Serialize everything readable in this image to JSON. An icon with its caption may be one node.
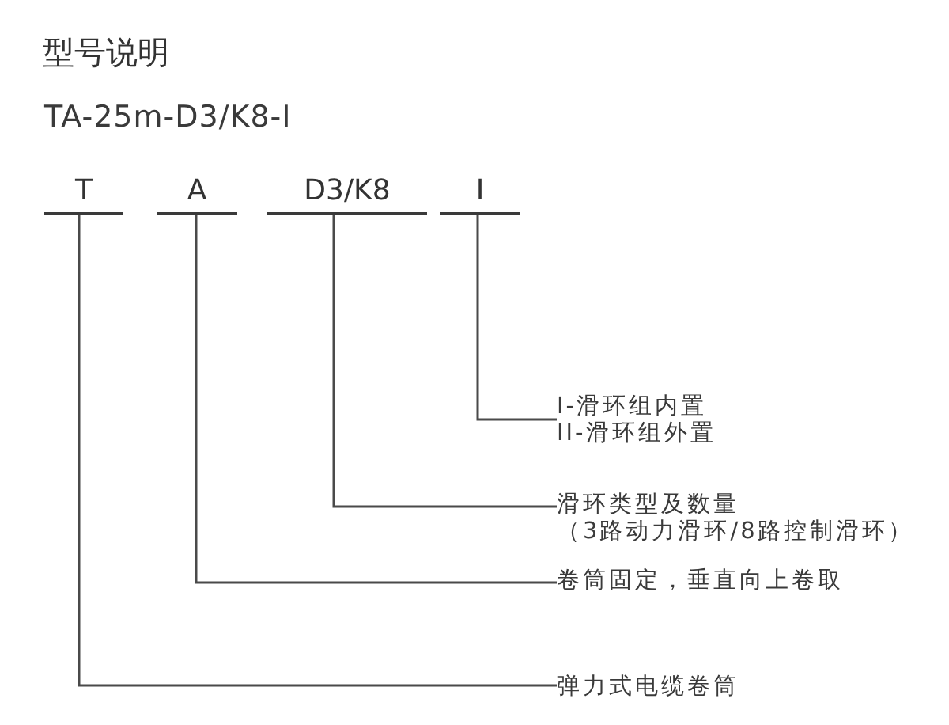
{
  "diagram": {
    "title": "型号说明",
    "nodes": [
      {
        "text": [
          "T"
        ]
      },
      {
        "text": [
          "A"
        ]
      },
      {
        "text": [
          "D3/K8"
        ]
      },
      {
        "text": [
          "I"
        ]
      },
      {
        "text": [
          "I-滑环组内置",
          "II-滑环组外置"
        ]
      },
      {
        "text": [
          "滑环类型及数量",
          "（3路动力滑环/8路控制滑环）"
        ]
      },
      {
        "text": [
          "卷筒固定，垂直向上卷取"
        ]
      },
      {
        "text": [
          "弹力式电缆卷筒"
        ]
      }
    ],
    "edges": [
      {
        "from": 0,
        "to": 7,
        "arrow": "none"
      },
      {
        "from": 1,
        "to": 6,
        "arrow": "none"
      },
      {
        "from": 2,
        "to": 5,
        "arrow": "none"
      },
      {
        "from": 3,
        "to": 4,
        "arrow": "none"
      }
    ],
    "labels": [
      "TA-25m-D3/K8-I"
    ]
  }
}
